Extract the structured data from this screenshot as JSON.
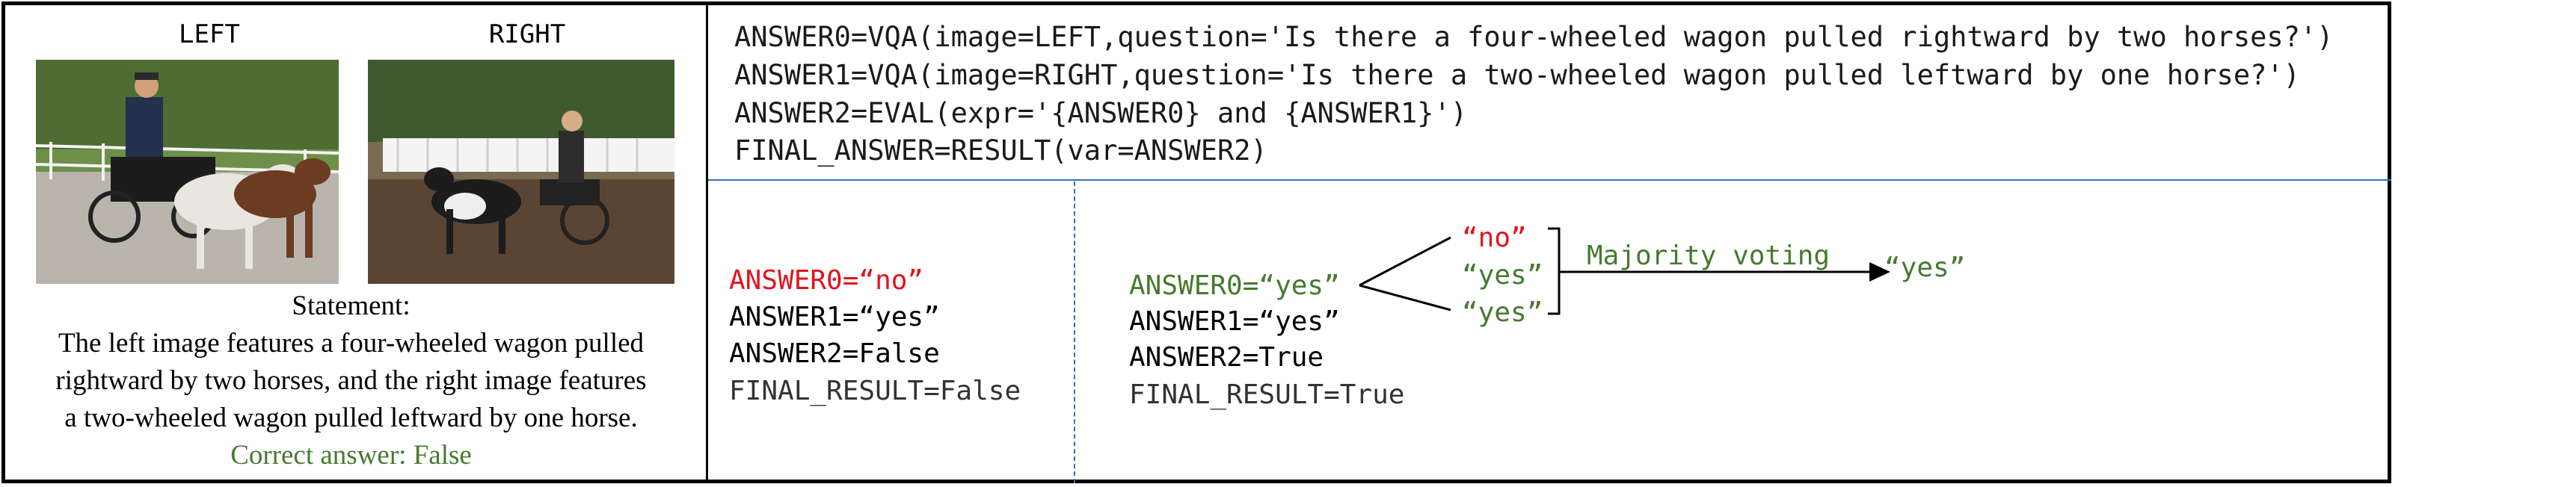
{
  "left_panel": {
    "left_label": "LEFT",
    "right_label": "RIGHT",
    "statement_heading": "Statement:",
    "statement_lines": [
      "The left image features a four-wheeled wagon pulled",
      "rightward by two horses, and the right image features",
      "a two-wheeled wagon pulled leftward by one horse."
    ],
    "correct_answer": "Correct answer: False"
  },
  "program": {
    "lines": [
      "ANSWER0=VQA(image=LEFT,question='Is there a four-wheeled wagon pulled rightward by two horses?')",
      "ANSWER1=VQA(image=RIGHT,question='Is there a two-wheeled wagon pulled leftward by one horse?')",
      "ANSWER2=EVAL(expr='{ANSWER0} and {ANSWER1}')",
      "FINAL_ANSWER=RESULT(var=ANSWER2)"
    ]
  },
  "single_run": {
    "answer0": "ANSWER0=“no”",
    "answer1": "ANSWER1=“yes”",
    "answer2": "ANSWER2=False",
    "final": "FINAL_RESULT=False"
  },
  "voting_run": {
    "answer0": "ANSWER0=“yes”",
    "answer1": "ANSWER1=“yes”",
    "answer2": "ANSWER2=True",
    "final": "FINAL_RESULT=True",
    "samples": [
      "“no”",
      "“yes”",
      "“yes”"
    ],
    "voting_label": "Majority voting",
    "voted": "“yes”"
  },
  "colors": {
    "wrong": "#e0151c",
    "correct": "#467a2f",
    "divider": "#3a6fb0"
  }
}
